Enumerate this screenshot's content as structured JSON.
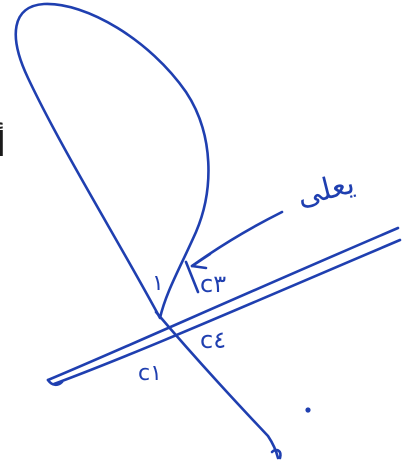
{
  "page": {
    "edge_text": "أ"
  },
  "annotations": {
    "word": "يعلى",
    "label_1": "١",
    "label_c3": "c٣",
    "label_c4": "c٤",
    "label_c1": "c١"
  },
  "colors": {
    "ink": "#1f3fb0",
    "paper": "#ffffff",
    "edge_text": "#1a1a1a"
  }
}
